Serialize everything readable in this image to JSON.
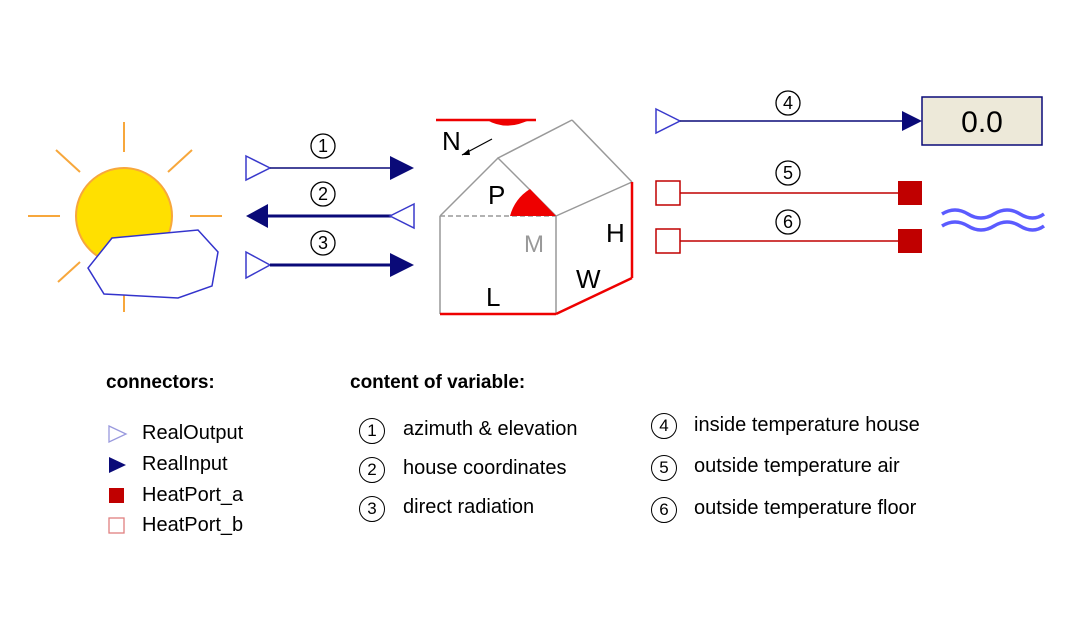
{
  "diagram": {
    "house_labels": {
      "north": "N",
      "p": "P",
      "m": "M",
      "h": "H",
      "w": "W",
      "l": "L"
    },
    "arrow_numbers": [
      "1",
      "2",
      "3",
      "4",
      "5",
      "6"
    ],
    "display_value": "0.0"
  },
  "legend": {
    "connectors_title": "connectors:",
    "connectors": [
      {
        "icon": "real-output-icon",
        "label": "RealOutput"
      },
      {
        "icon": "real-input-icon",
        "label": "RealInput"
      },
      {
        "icon": "heatport-a-icon",
        "label": "HeatPort_a"
      },
      {
        "icon": "heatport-b-icon",
        "label": "HeatPort_b"
      }
    ],
    "content_title": "content of variable:",
    "variables": [
      {
        "num": "1",
        "label": "azimuth & elevation"
      },
      {
        "num": "2",
        "label": "house coordinates"
      },
      {
        "num": "3",
        "label": "direct radiation"
      },
      {
        "num": "4",
        "label": "inside temperature house"
      },
      {
        "num": "5",
        "label": "outside temperature air"
      },
      {
        "num": "6",
        "label": "outside temperature floor"
      }
    ]
  },
  "colors": {
    "navy": "#0a0a78",
    "real_output_blue": "#3a3acc",
    "heat_red": "#c00000",
    "sun_yellow": "#ffe000",
    "sun_ray": "#f7a73c",
    "display_bg": "#ede9d9",
    "wave_blue": "#5b5bff",
    "roof_red": "#ee0000"
  }
}
